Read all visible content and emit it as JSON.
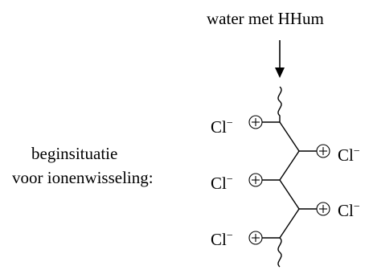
{
  "caption_top": "water met HHum",
  "caption_left": {
    "line1": "beginsituatie",
    "line2": "voor ionenwisseling:"
  },
  "ions": {
    "left_1": "Cl",
    "left_2": "Cl",
    "left_3": "Cl",
    "right_1": "Cl",
    "right_2": "Cl"
  },
  "charges": {
    "minus": "−",
    "plus": "+"
  },
  "icons": [
    "arrow-down-icon",
    "wavy-bond-icon",
    "circled-plus-icon"
  ]
}
